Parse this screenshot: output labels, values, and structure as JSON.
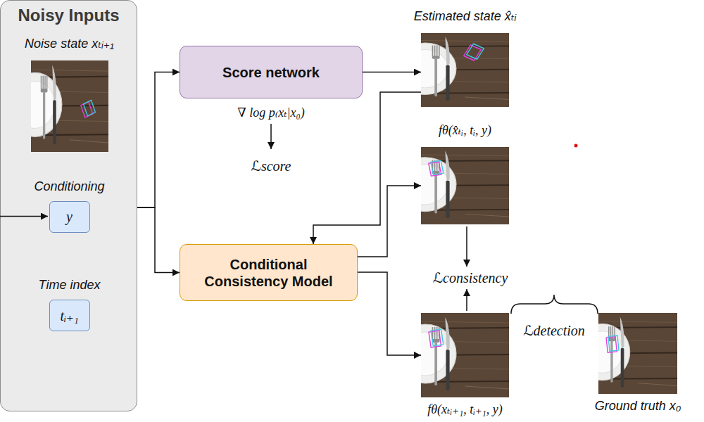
{
  "diagram": {
    "nodes": [
      {
        "text": [
          "Noisy Inputs"
        ]
      },
      {
        "text": [
          "Noise state xₜᵢ₊₁"
        ],
        "in": 0
      },
      {
        "text": [
          "Conditioning",
          "y"
        ],
        "in": 0
      },
      {
        "text": [
          "Time index",
          "tᵢ₊₁"
        ],
        "in": 0
      },
      {
        "text": [
          "Score network"
        ]
      },
      {
        "text": [
          "Conditional Consistency Model"
        ]
      },
      {
        "text": [
          "Estimated state x̂ₜᵢ"
        ]
      },
      {
        "text": [
          "fθ(x̂ₜᵢ, tᵢ, y)"
        ]
      },
      {
        "text": [
          "fθ(xₜᵢ₊₁, tᵢ₊₁, y)"
        ]
      },
      {
        "text": [
          "Ground truth x₀"
        ]
      }
    ],
    "edges": [
      {
        "from": 0,
        "to": 4,
        "arrow": "to"
      },
      {
        "from": 0,
        "to": 5,
        "arrow": "to"
      },
      {
        "from": 4,
        "to": 6,
        "arrow": "to"
      },
      {
        "from": 6,
        "to": 5,
        "arrow": "to"
      },
      {
        "from": 5,
        "to": 7,
        "arrow": "to"
      },
      {
        "from": 5,
        "to": 8,
        "arrow": "to"
      }
    ],
    "labels": [
      "∇ log p₍xₜ|x₀)",
      "ℒscore",
      "ℒconsistency",
      "ℒdetection"
    ]
  }
}
